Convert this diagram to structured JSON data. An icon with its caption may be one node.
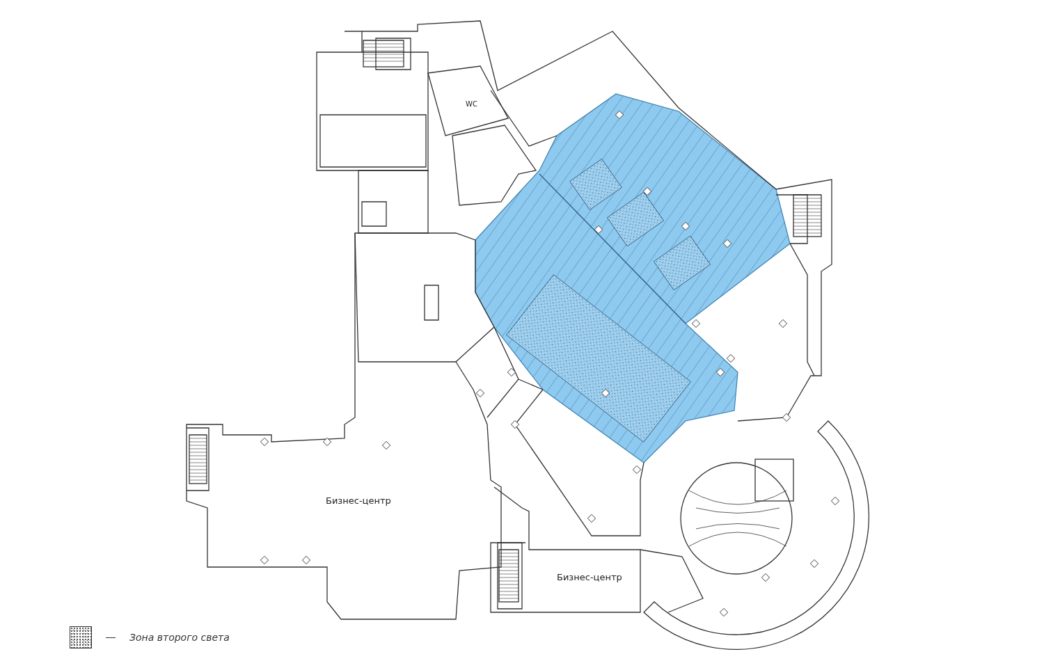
{
  "diagram": {
    "labels": [
      "WC",
      "Бизнес-центр",
      "Бизнес-центр"
    ],
    "legend": [
      {
        "text": "Зона второго света"
      }
    ]
  }
}
